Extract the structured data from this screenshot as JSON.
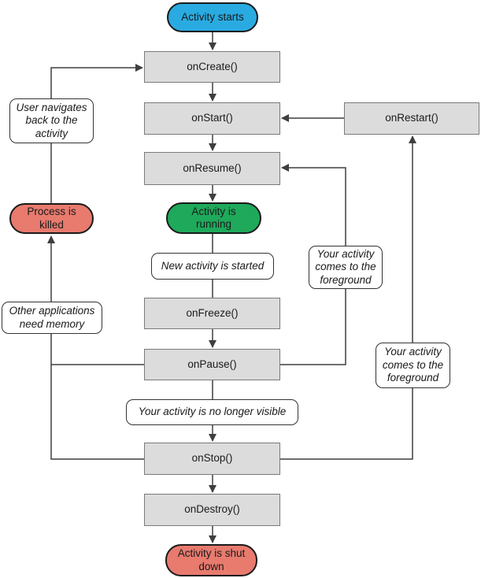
{
  "palette": {
    "blue": "#29abe2",
    "green": "#1ea95b",
    "red": "#e87a6e",
    "box_fill": "#dcdcdc",
    "box_border": "#7a7a7a",
    "note_border": "#333333",
    "line": "#3f3f3f"
  },
  "nodes": {
    "start": "Activity starts",
    "oncreate": "onCreate()",
    "onstart": "onStart()",
    "onresume": "onResume()",
    "running": "Activity is running",
    "onfreeze": "onFreeze()",
    "onpause": "onPause()",
    "onstop": "onStop()",
    "ondestroy": "onDestroy()",
    "onrestart": "onRestart()",
    "killed": "Process is killed",
    "shutdown": "Activity is shut down"
  },
  "notes": {
    "new_activity": "New activity is started",
    "not_visible": "Your activity is no longer visible",
    "user_navigates": "User navigates back to the activity",
    "other_apps": "Other applications need memory",
    "foreground_top": "Your activity comes to the foreground",
    "foreground_bottom": "Your activity comes to the foreground"
  }
}
